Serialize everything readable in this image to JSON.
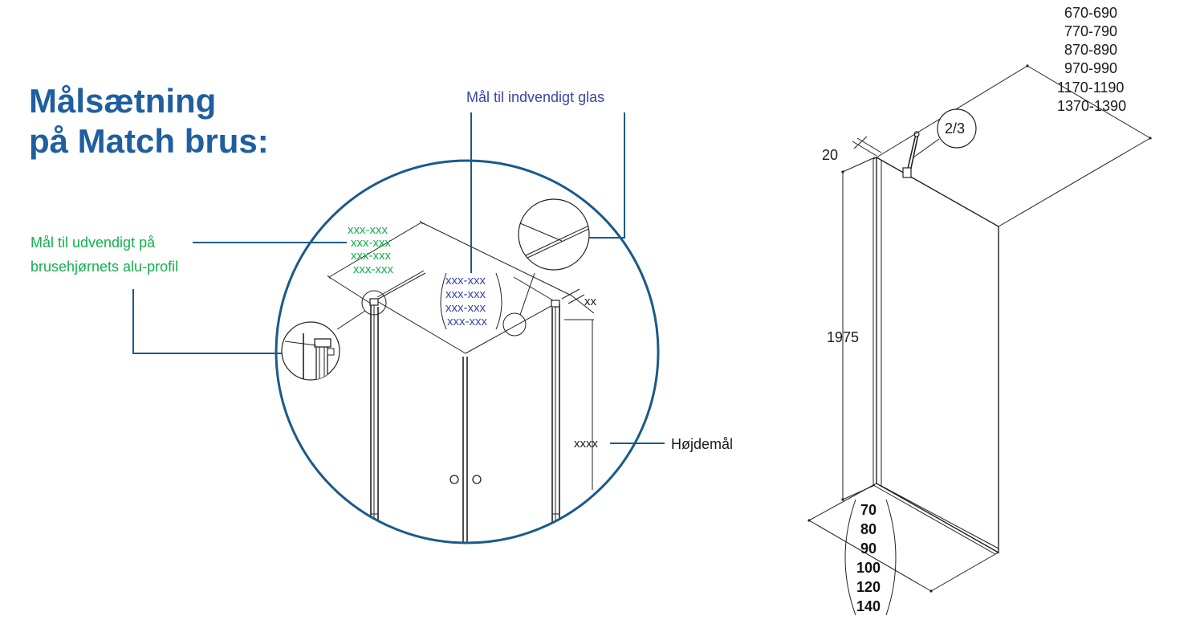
{
  "title": {
    "line1": "Målsætning",
    "line2": "på Match brus:"
  },
  "callouts": {
    "outer_profile": {
      "line1": "Mål til udvendigt på",
      "line2": "brusehjørnets alu-profil"
    },
    "inner_glass": "Mål til indvendigt glas",
    "height": "Højdemål"
  },
  "left_detail": {
    "outer_values": [
      "xxx-xxx",
      "xxx-xxx",
      "xxx-xxx",
      "xxx-xxx"
    ],
    "inner_values": [
      "xxx-xxx",
      "xxx-xxx",
      "xxx-xxx",
      "xxx-xxx"
    ],
    "depth": "xx",
    "height": "xxxx"
  },
  "right_drawing": {
    "width_options": [
      "670-690",
      "770-790",
      "870-890",
      "970-990",
      "1170-1190",
      "1370-1390"
    ],
    "fraction": "2/3",
    "top_thickness": "20",
    "height": "1975",
    "depth_options": [
      "70",
      "80",
      "90",
      "100",
      "120",
      "140"
    ]
  },
  "colors": {
    "title": "#1f5fa0",
    "green": "#12b04c",
    "blue": "#3a44a8",
    "circle": "#1a5a8a"
  }
}
